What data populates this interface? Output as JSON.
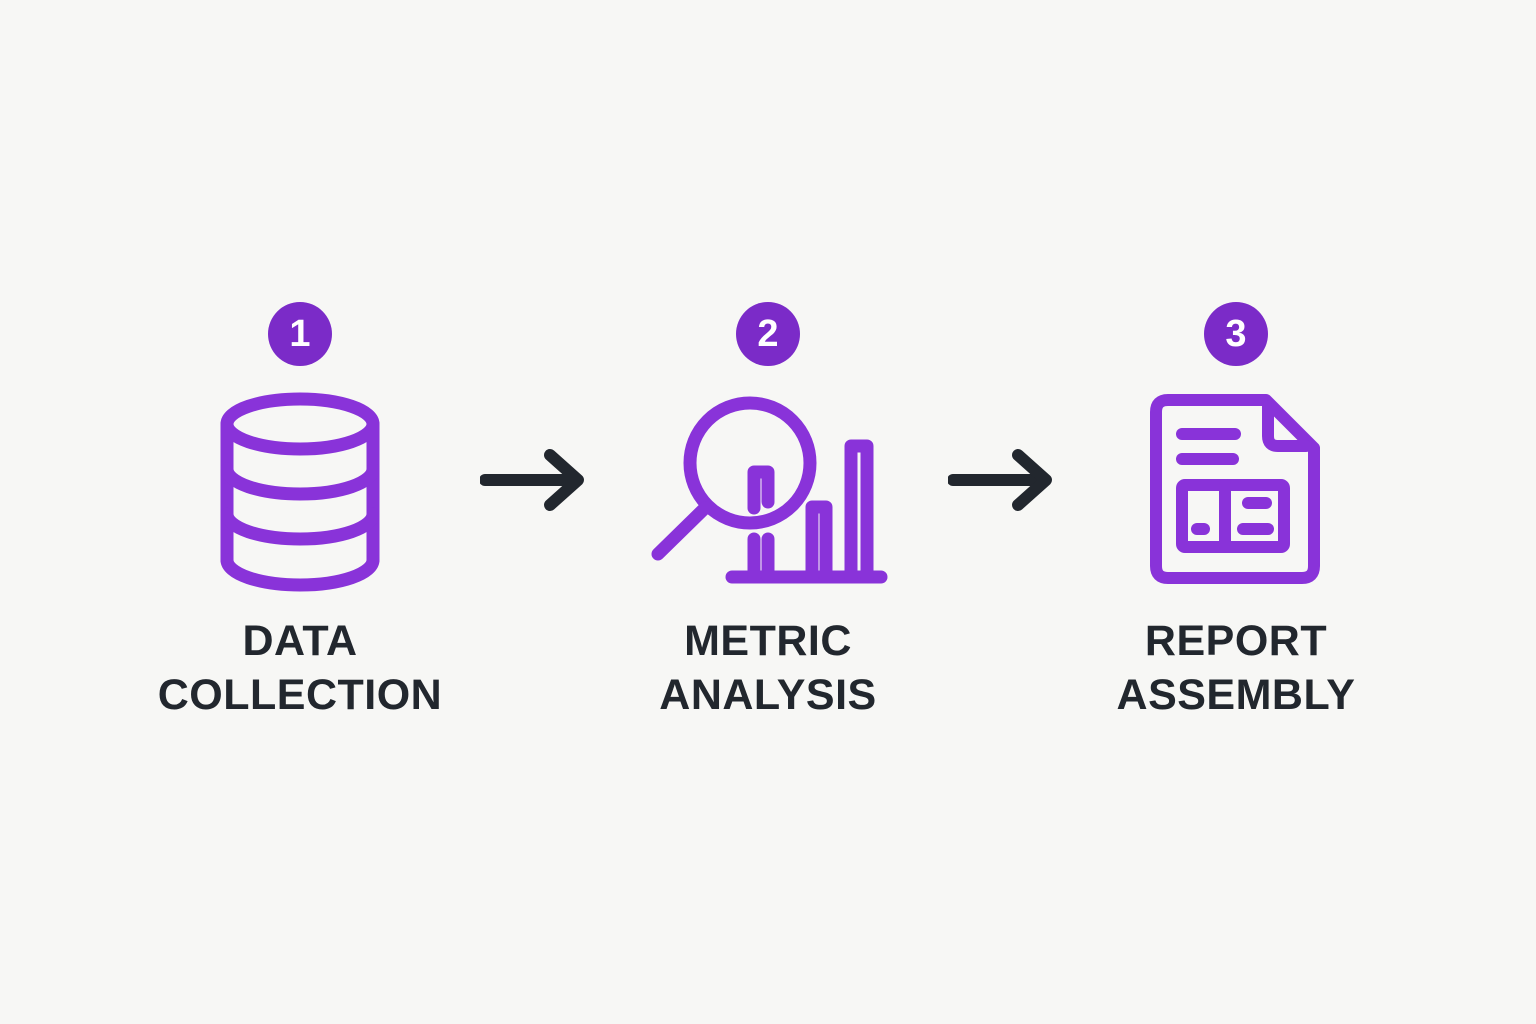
{
  "colors": {
    "background": "#F7F7F5",
    "accent_purple": "#8933D9",
    "badge_purple": "#7B2BC8",
    "badge_number": "#FFFFFF",
    "text_dark": "#22272E",
    "arrow_dark": "#22272E"
  },
  "steps": [
    {
      "number": "1",
      "label_line1": "DATA",
      "label_line2": "COLLECTION",
      "icon": "database-icon"
    },
    {
      "number": "2",
      "label_line1": "METRIC",
      "label_line2": "ANALYSIS",
      "icon": "magnifier-bar-chart-icon"
    },
    {
      "number": "3",
      "label_line1": "REPORT",
      "label_line2": "ASSEMBLY",
      "icon": "report-document-icon"
    }
  ],
  "arrows": [
    {
      "name": "arrow-step1-to-step2",
      "direction": "right"
    },
    {
      "name": "arrow-step2-to-step3",
      "direction": "right"
    }
  ]
}
